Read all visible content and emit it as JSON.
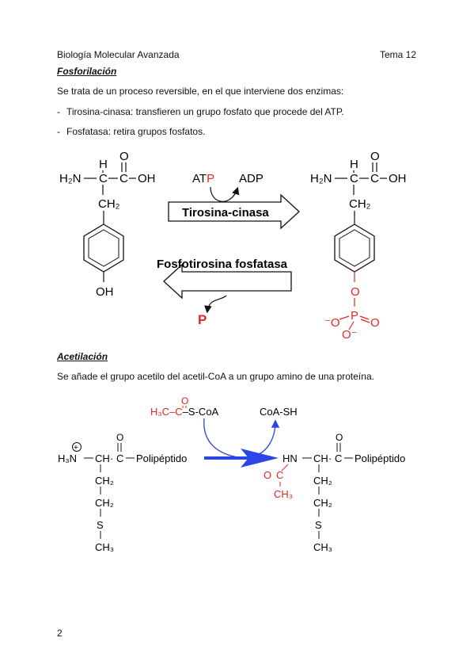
{
  "header": {
    "left": "Biología Molecular Avanzada",
    "right": "Tema 12"
  },
  "phos": {
    "title": "Fosforilación",
    "intro": "Se trata de un proceso reversible, en el que interviene dos enzimas:",
    "bullets": [
      "Tirosina-cinasa: transfieren un grupo fosfato que procede del ATP.",
      "Fosfatasa: retira grupos fosfatos."
    ],
    "scheme": {
      "enzyme_forward": "Tirosina-cinasa",
      "enzyme_reverse": "Fosfotirosina fosfatasa",
      "atp_prefix": "AT",
      "atp_p": "P",
      "adp": "ADP",
      "released_p": "P",
      "tyr": {
        "h2n": "H₂N",
        "h": "H",
        "c": "C",
        "o": "O",
        "oh": "OH",
        "ch2": "CH₂",
        "ring_oh": "OH"
      },
      "ptyr": {
        "o_link": "O",
        "p": "P",
        "o_minus": "⁻O",
        "o_bottom": "O⁻",
        "o_double": "O"
      }
    }
  },
  "acet": {
    "title": "Acetilación",
    "intro": "Se añade el grupo acetilo del acetil-CoA a un grupo amino de una proteína.",
    "scheme": {
      "acetyl_coa_prefix": "H₃C–C",
      "acetyl_coa_o": "O",
      "acetyl_coa_suffix": "–S-CoA",
      "coa_sh": "CoA-SH",
      "left": {
        "h3n": "H₃N",
        "plus": "+",
        "ch": "CH",
        "c": "C",
        "o": "O",
        "poly": "Polipéptido",
        "ch2a": "CH₂",
        "ch2b": "CH₂",
        "s": "S",
        "ch3": "CH₃"
      },
      "right": {
        "hn": "HN",
        "ch": "CH",
        "c": "C",
        "o": "O",
        "poly": "Polipéptido",
        "ac_o": "O",
        "ac_c": "C",
        "ac_ch3": "CH₃",
        "ch2a": "CH₂",
        "ch2b": "CH₂",
        "s": "S",
        "ch3": "CH₃"
      }
    }
  },
  "page_number": "2",
  "colors": {
    "red": "#e32626",
    "blue": "#2a45e8"
  }
}
